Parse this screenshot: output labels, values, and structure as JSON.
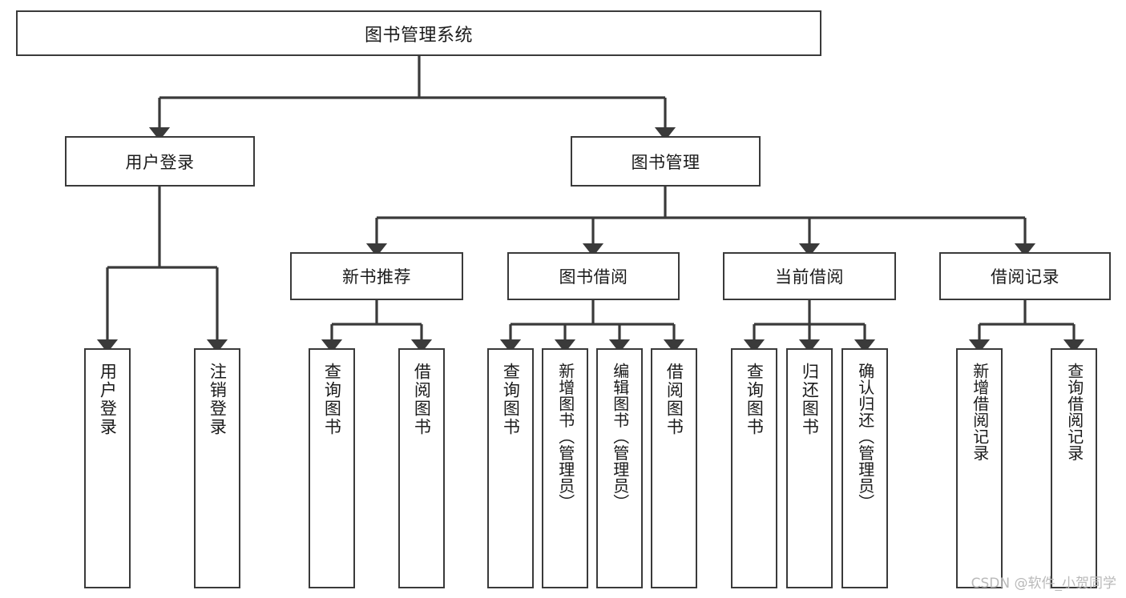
{
  "diagram": {
    "title": "图书管理系统",
    "type": "tree",
    "colors": {
      "box_border": "#3a3a3a",
      "box_fill": "#ffffff",
      "connector": "#3a3a3a",
      "text": "#1a1a1a",
      "watermark": "#b9b9b9",
      "background": "#ffffff"
    },
    "nodes": {
      "root": {
        "label": "图书管理系统"
      },
      "level2": [
        {
          "id": "user-login",
          "label": "用户登录"
        },
        {
          "id": "book-management",
          "label": "图书管理"
        }
      ],
      "level3": [
        {
          "id": "new-book-recommend",
          "label": "新书推荐"
        },
        {
          "id": "book-borrow",
          "label": "图书借阅"
        },
        {
          "id": "current-borrow",
          "label": "当前借阅"
        },
        {
          "id": "borrow-record",
          "label": "借阅记录"
        }
      ],
      "leaves": {
        "user-login": [
          {
            "id": "leaf-user-login",
            "label": "用户登录"
          },
          {
            "id": "leaf-logout",
            "label": "注销登录"
          }
        ],
        "new-book-recommend": [
          {
            "id": "leaf-query-book-1",
            "label": "查询图书"
          },
          {
            "id": "leaf-borrow-book-1",
            "label": "借阅图书"
          }
        ],
        "book-borrow": [
          {
            "id": "leaf-query-book-2",
            "label": "查询图书"
          },
          {
            "id": "leaf-add-book",
            "label": "新增图书（管理员）"
          },
          {
            "id": "leaf-edit-book",
            "label": "编辑图书（管理员）"
          },
          {
            "id": "leaf-borrow-book-2",
            "label": "借阅图书"
          }
        ],
        "current-borrow": [
          {
            "id": "leaf-query-book-3",
            "label": "查询图书"
          },
          {
            "id": "leaf-return-book",
            "label": "归还图书"
          },
          {
            "id": "leaf-confirm-return",
            "label": "确认归还（管理员）"
          }
        ],
        "borrow-record": [
          {
            "id": "leaf-add-record",
            "label": "新增借阅记录"
          },
          {
            "id": "leaf-query-record",
            "label": "查询借阅记录"
          }
        ]
      }
    },
    "watermark": "CSDN @软件_小贺同学"
  }
}
